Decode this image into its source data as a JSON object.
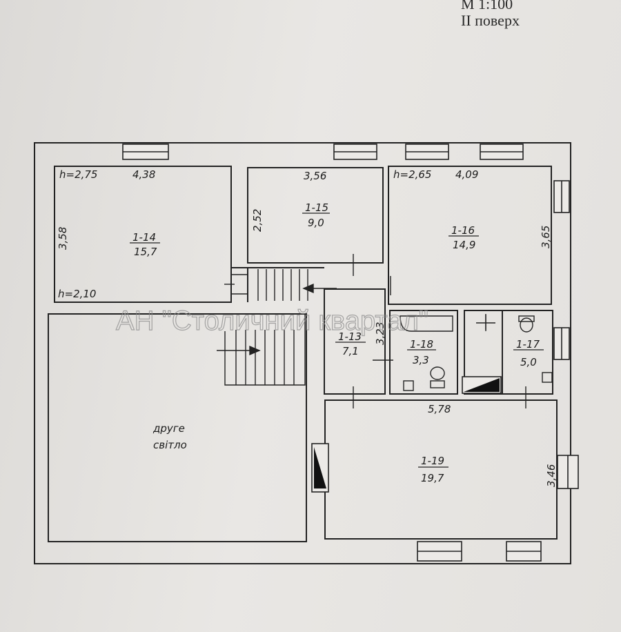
{
  "header": {
    "scale": "М 1:100",
    "floor": "II поверх"
  },
  "watermark": "АН \"Столичний квартал\"",
  "rooms": [
    {
      "id": "1-14",
      "area": "15,7",
      "width": "4,38",
      "height": "3,58",
      "ceiling_top": "h=2,75",
      "ceiling_bottom": "h=2,10"
    },
    {
      "id": "1-15",
      "area": "9,0",
      "width": "3,56",
      "height": "2,52"
    },
    {
      "id": "1-16",
      "area": "14,9",
      "width": "4,09",
      "height": "3,65",
      "ceiling_top": "h=2,65"
    },
    {
      "id": "1-13",
      "area": "7,1",
      "height": "3,23"
    },
    {
      "id": "1-18",
      "area": "3,3"
    },
    {
      "id": "1-17",
      "area": "5,0"
    },
    {
      "id": "1-19",
      "area": "19,7",
      "width": "5,78",
      "height": "3,46"
    }
  ],
  "second_light": {
    "line1": "друге",
    "line2": "світло"
  }
}
